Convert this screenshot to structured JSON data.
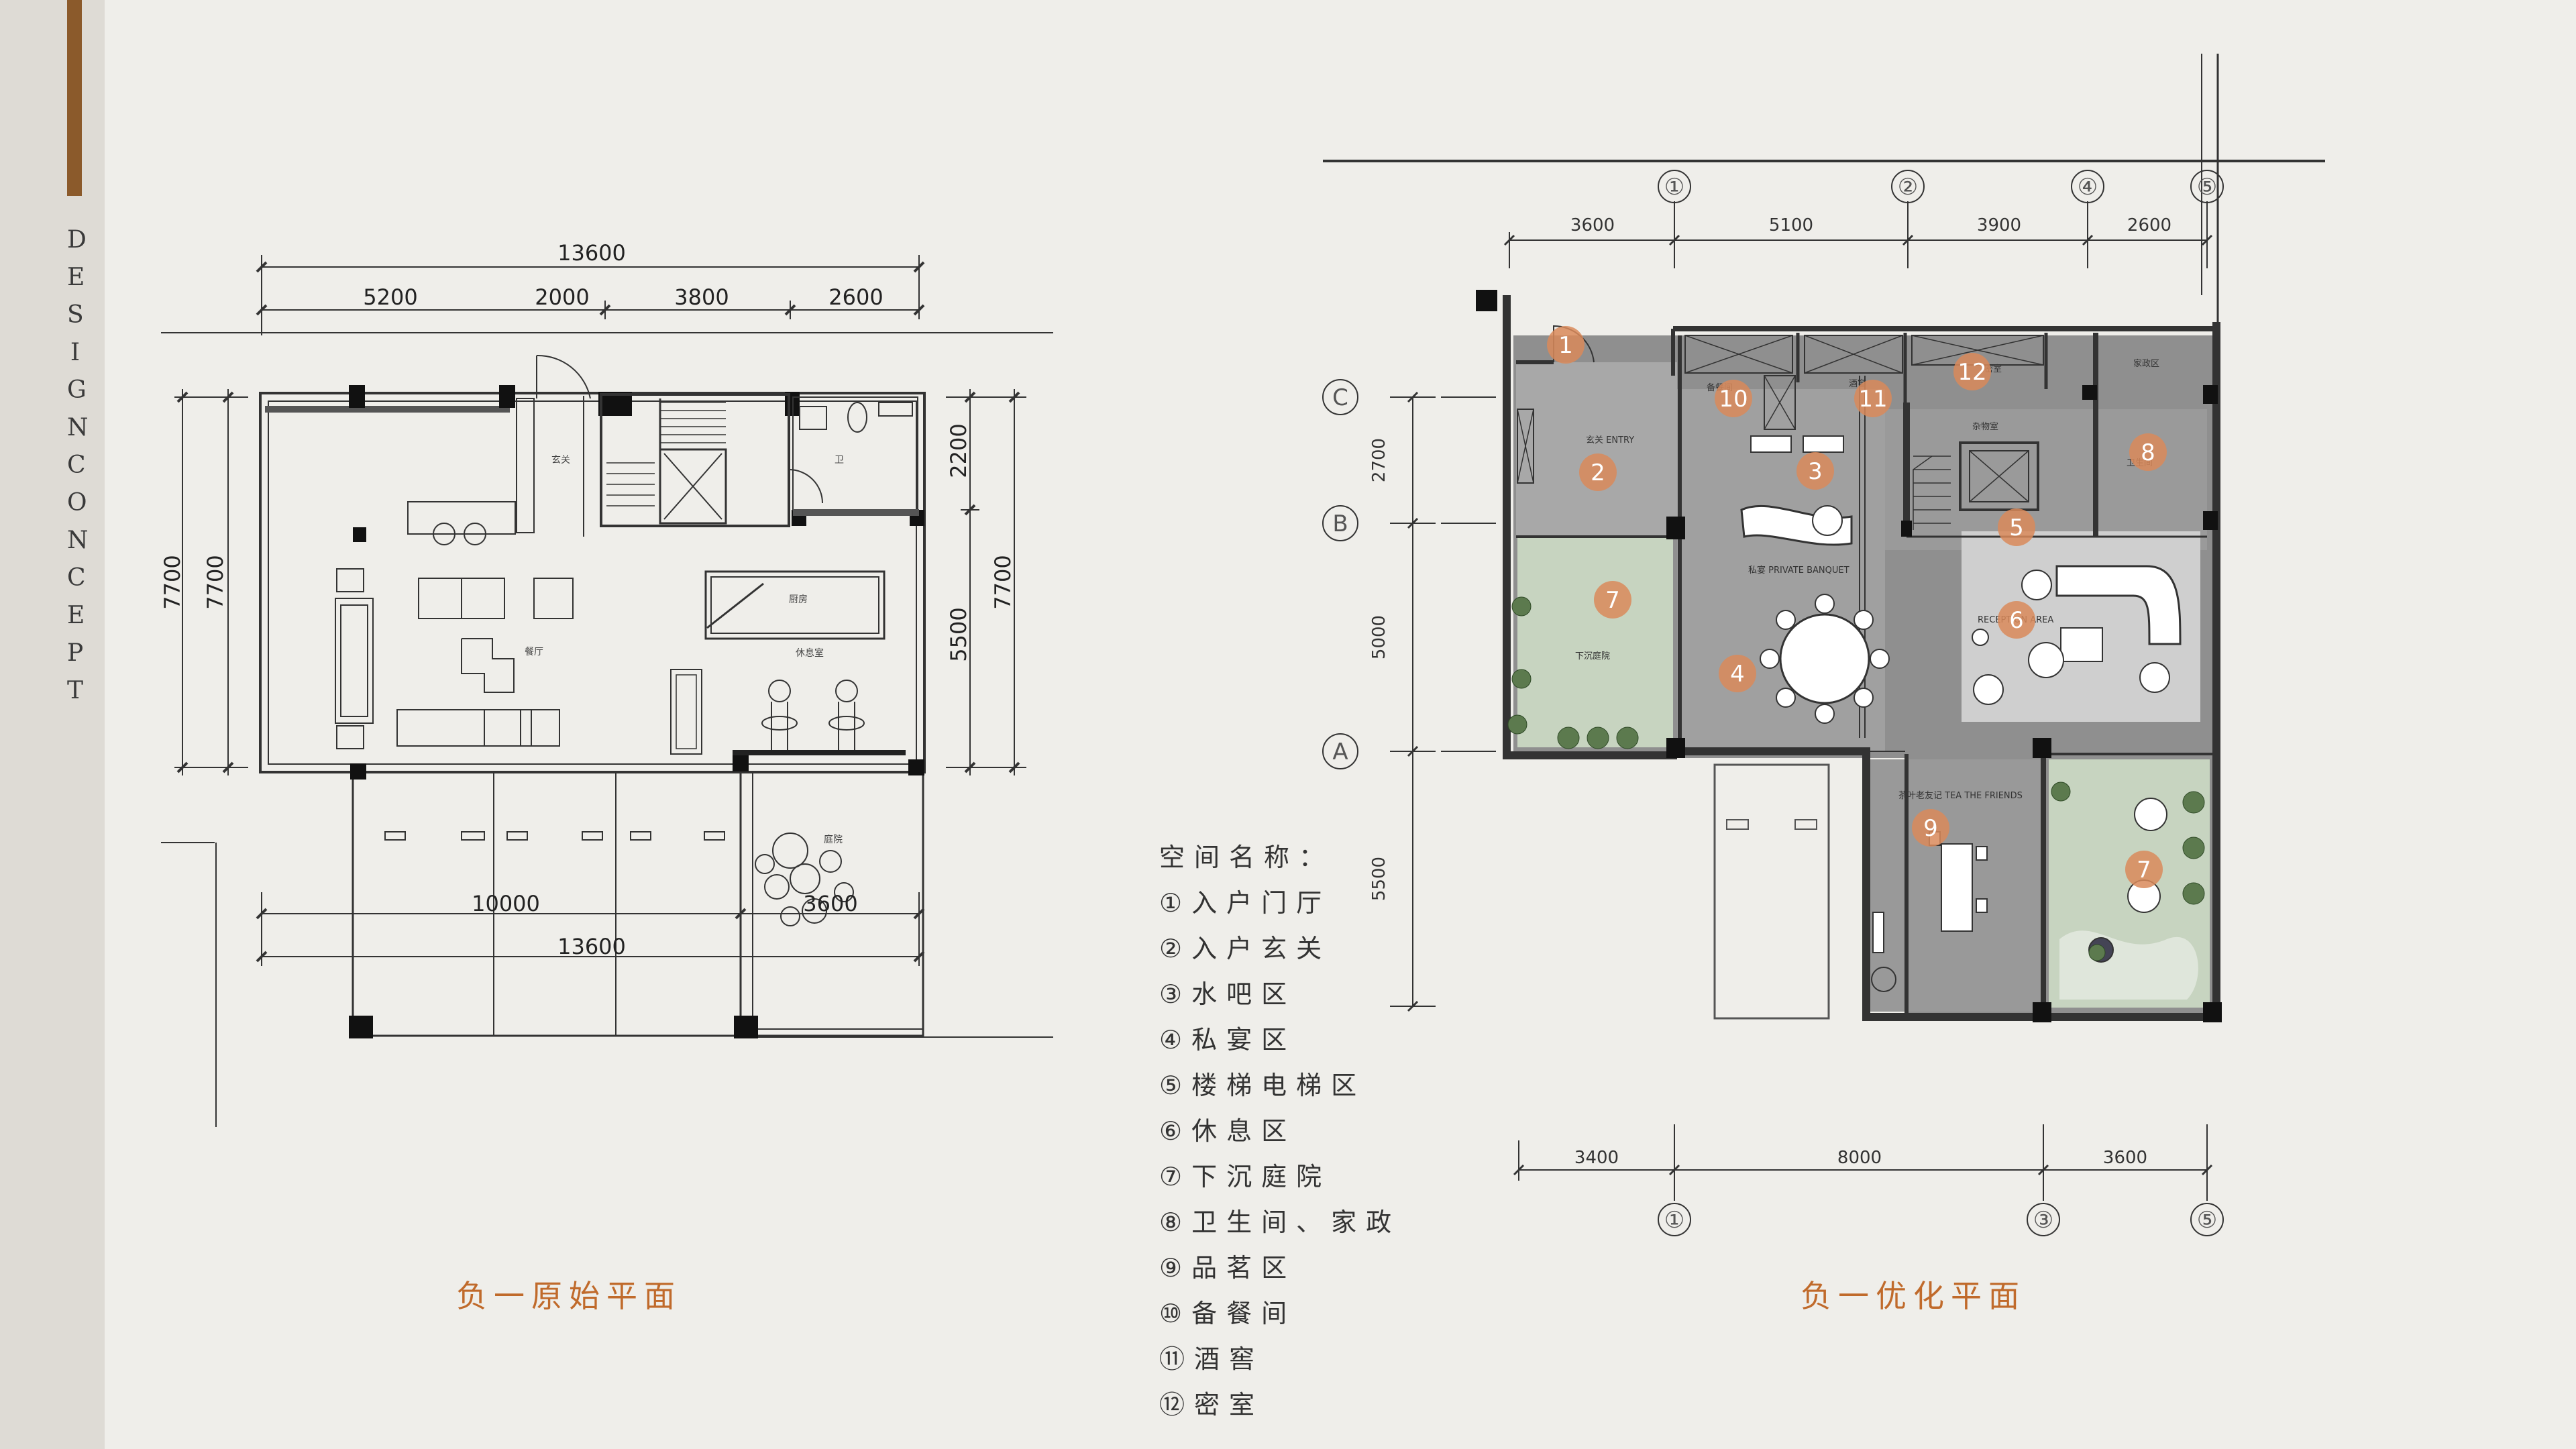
{
  "sidebar": {
    "vertical_title": "DESIGNCONCEPT",
    "accent_color": "#8b5a2b"
  },
  "left_plan": {
    "caption": "负一原始平面",
    "dims_top_total": "13600",
    "dims_top": [
      "5200",
      "2000",
      "3800",
      "2600"
    ],
    "dims_left": [
      "7700",
      "7700"
    ],
    "dims_right": [
      "2200",
      "5500",
      "7700"
    ],
    "dims_bottom": [
      "10000",
      "3600",
      "13600"
    ],
    "room_labels": [
      "玄关",
      "卫",
      "餐厅",
      "厨房",
      "休息室",
      "庭院"
    ]
  },
  "right_plan": {
    "caption": "负一优化平面",
    "dims_top": [
      "3600",
      "5100",
      "3900",
      "2600"
    ],
    "dims_bottom": [
      "3400",
      "8000",
      "3600"
    ],
    "dims_left": [
      "2700",
      "5000",
      "5500"
    ],
    "axes_top": [
      "①",
      "②",
      "④",
      "⑤"
    ],
    "axes_bottom": [
      "①",
      "③",
      "⑤"
    ],
    "axes_left": [
      "C",
      "B",
      "A"
    ],
    "room_labels": {
      "entry": "玄关 ENTRY",
      "banquet": "私宴 PRIVATE BANQUET",
      "reception": "RECEPTION AREA",
      "courtyard": "下沉庭院",
      "tea": "茶叶老友记 TEA THE FRIENDS",
      "storage": "杂物室",
      "housework": "家政区",
      "wine": "酒窖",
      "pantry": "备餐间",
      "secret": "密室",
      "toilet": "卫生间"
    },
    "markers": [
      "1",
      "2",
      "3",
      "4",
      "5",
      "6",
      "7",
      "7",
      "8",
      "9",
      "10",
      "11",
      "12"
    ]
  },
  "legend": {
    "title": "空间名称：",
    "items": [
      "①入户门厅",
      "②入户玄关",
      "③水吧区",
      "④私宴区",
      "⑤楼梯电梯区",
      "⑥休息区",
      "⑦下沉庭院",
      "⑧卫生间、家政",
      "⑨品茗区",
      "⑩备餐间",
      "⑪酒窖",
      "⑫密室"
    ]
  }
}
